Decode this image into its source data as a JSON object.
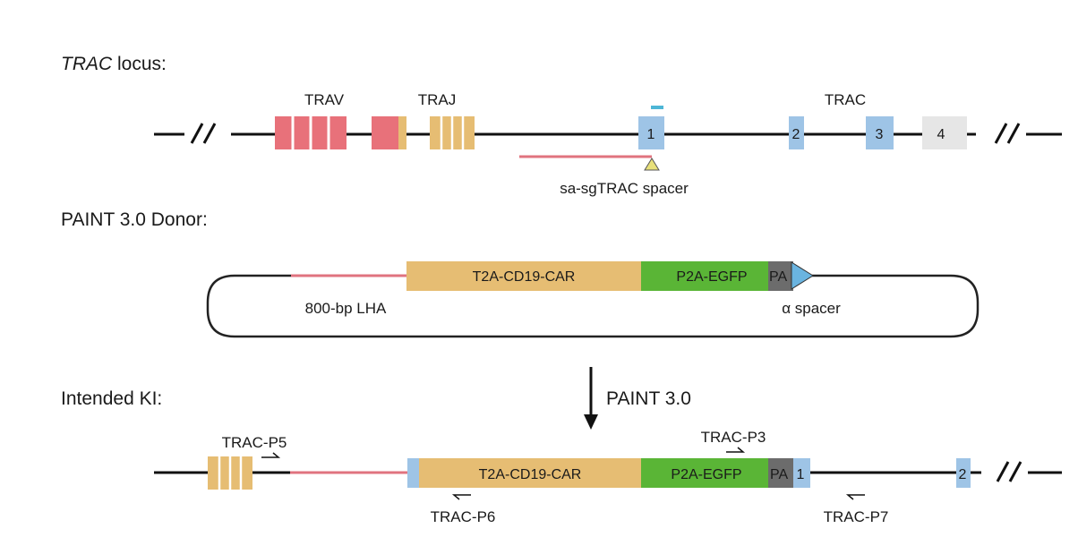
{
  "sections": {
    "locus_title_italic": "TRAC",
    "locus_title_rest": " locus:",
    "donor_title": "PAINT 3.0 Donor:",
    "ki_title": "Intended KI:"
  },
  "locus": {
    "trav": "TRAV",
    "traj": "TRAJ",
    "trac": "TRAC",
    "exons": [
      "1",
      "2",
      "3",
      "4"
    ],
    "spacer": "sa-sgTRAC spacer"
  },
  "donor": {
    "cassette": "T2A-CD19-CAR",
    "egfp": "P2A-EGFP",
    "pa": "PA",
    "lha": "800-bp LHA",
    "alpha_spacer": "α spacer"
  },
  "arrow_label": "PAINT 3.0",
  "ki": {
    "cassette": "T2A-CD19-CAR",
    "egfp": "P2A-EGFP",
    "pa": "PA",
    "exon1": "1",
    "exon2": "2",
    "primers": [
      "TRAC-P5",
      "TRAC-P6",
      "TRAC-P3",
      "TRAC-P7"
    ]
  },
  "colors": {
    "v_segment": "#e8717a",
    "j_segment": "#e6bd73",
    "exon": "#9ec4e6",
    "exon4": "#e6e6e6",
    "homology_arm": "#e0737f",
    "egfp": "#5ab536",
    "pa": "#6c6c6c",
    "spacer_marker": "#e8e07a",
    "sg_dash": "#4db6d6"
  }
}
